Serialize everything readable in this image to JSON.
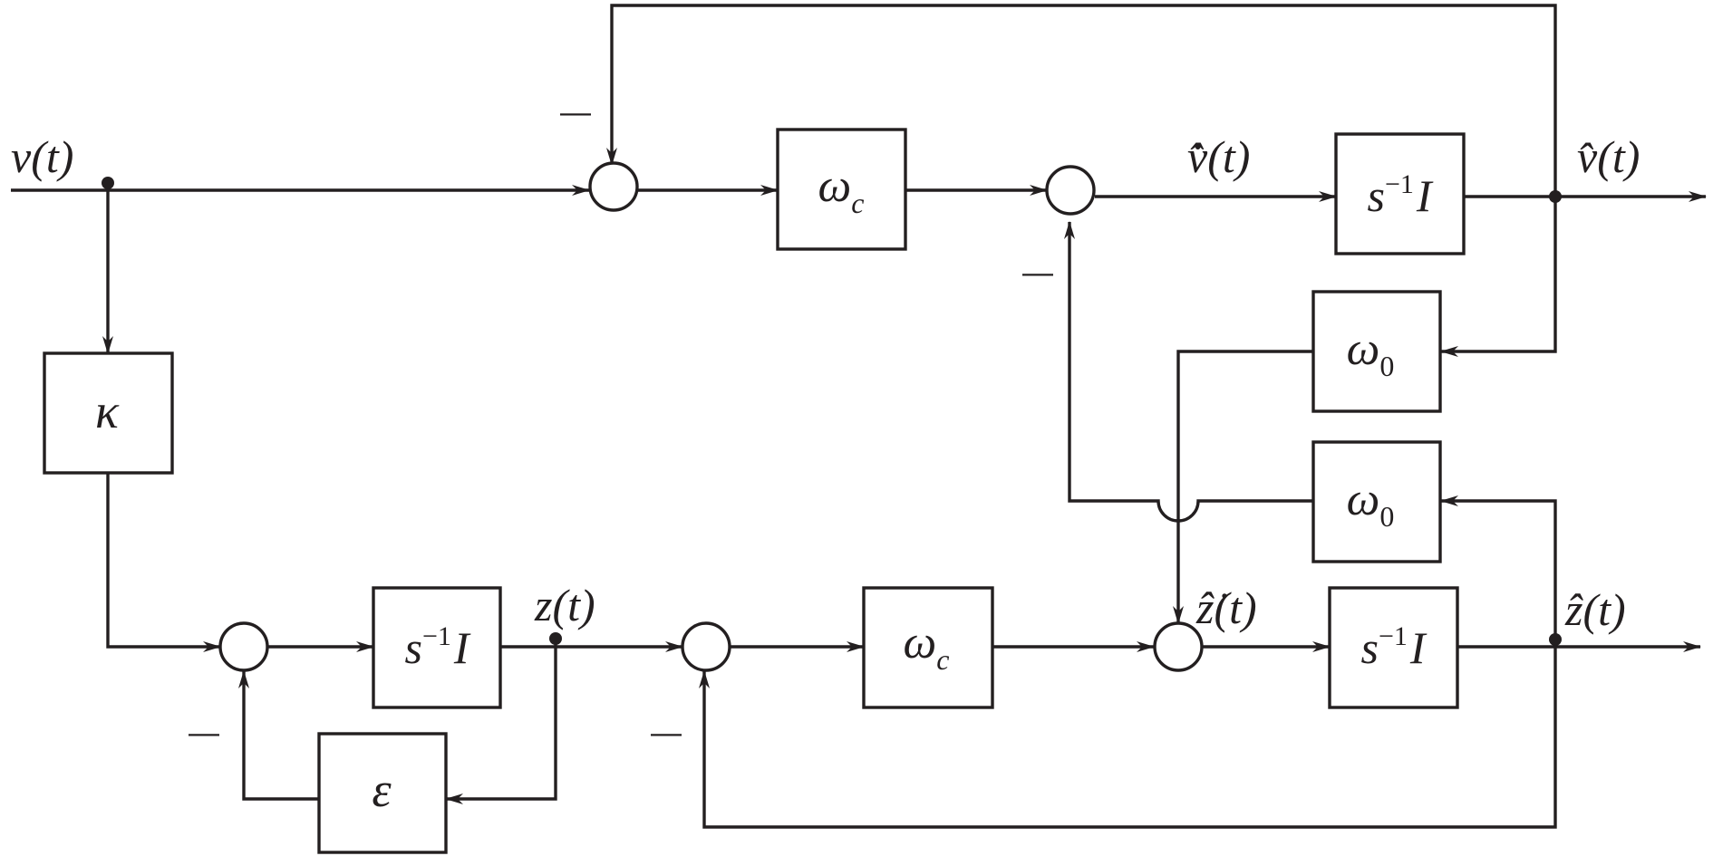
{
  "signals": {
    "input": "v(t)",
    "v_hat_dot": "v̂̇(t)",
    "v_hat": "v̂(t)",
    "z": "z(t)",
    "z_hat_dot": "ẑ̇(t)",
    "z_hat": "ẑ(t)"
  },
  "blocks": {
    "kappa": "κ",
    "epsilon": "ε",
    "omega_c_symbol": "ω",
    "omega_c_sub": "c",
    "omega_0_symbol": "ω",
    "omega_0_sub": "0",
    "integrator_s": "s",
    "integrator_exp": "−1",
    "integrator_I": "I"
  },
  "signs": {
    "minus": "—"
  },
  "colors": {
    "stroke": "#231f20",
    "background": "#ffffff"
  }
}
